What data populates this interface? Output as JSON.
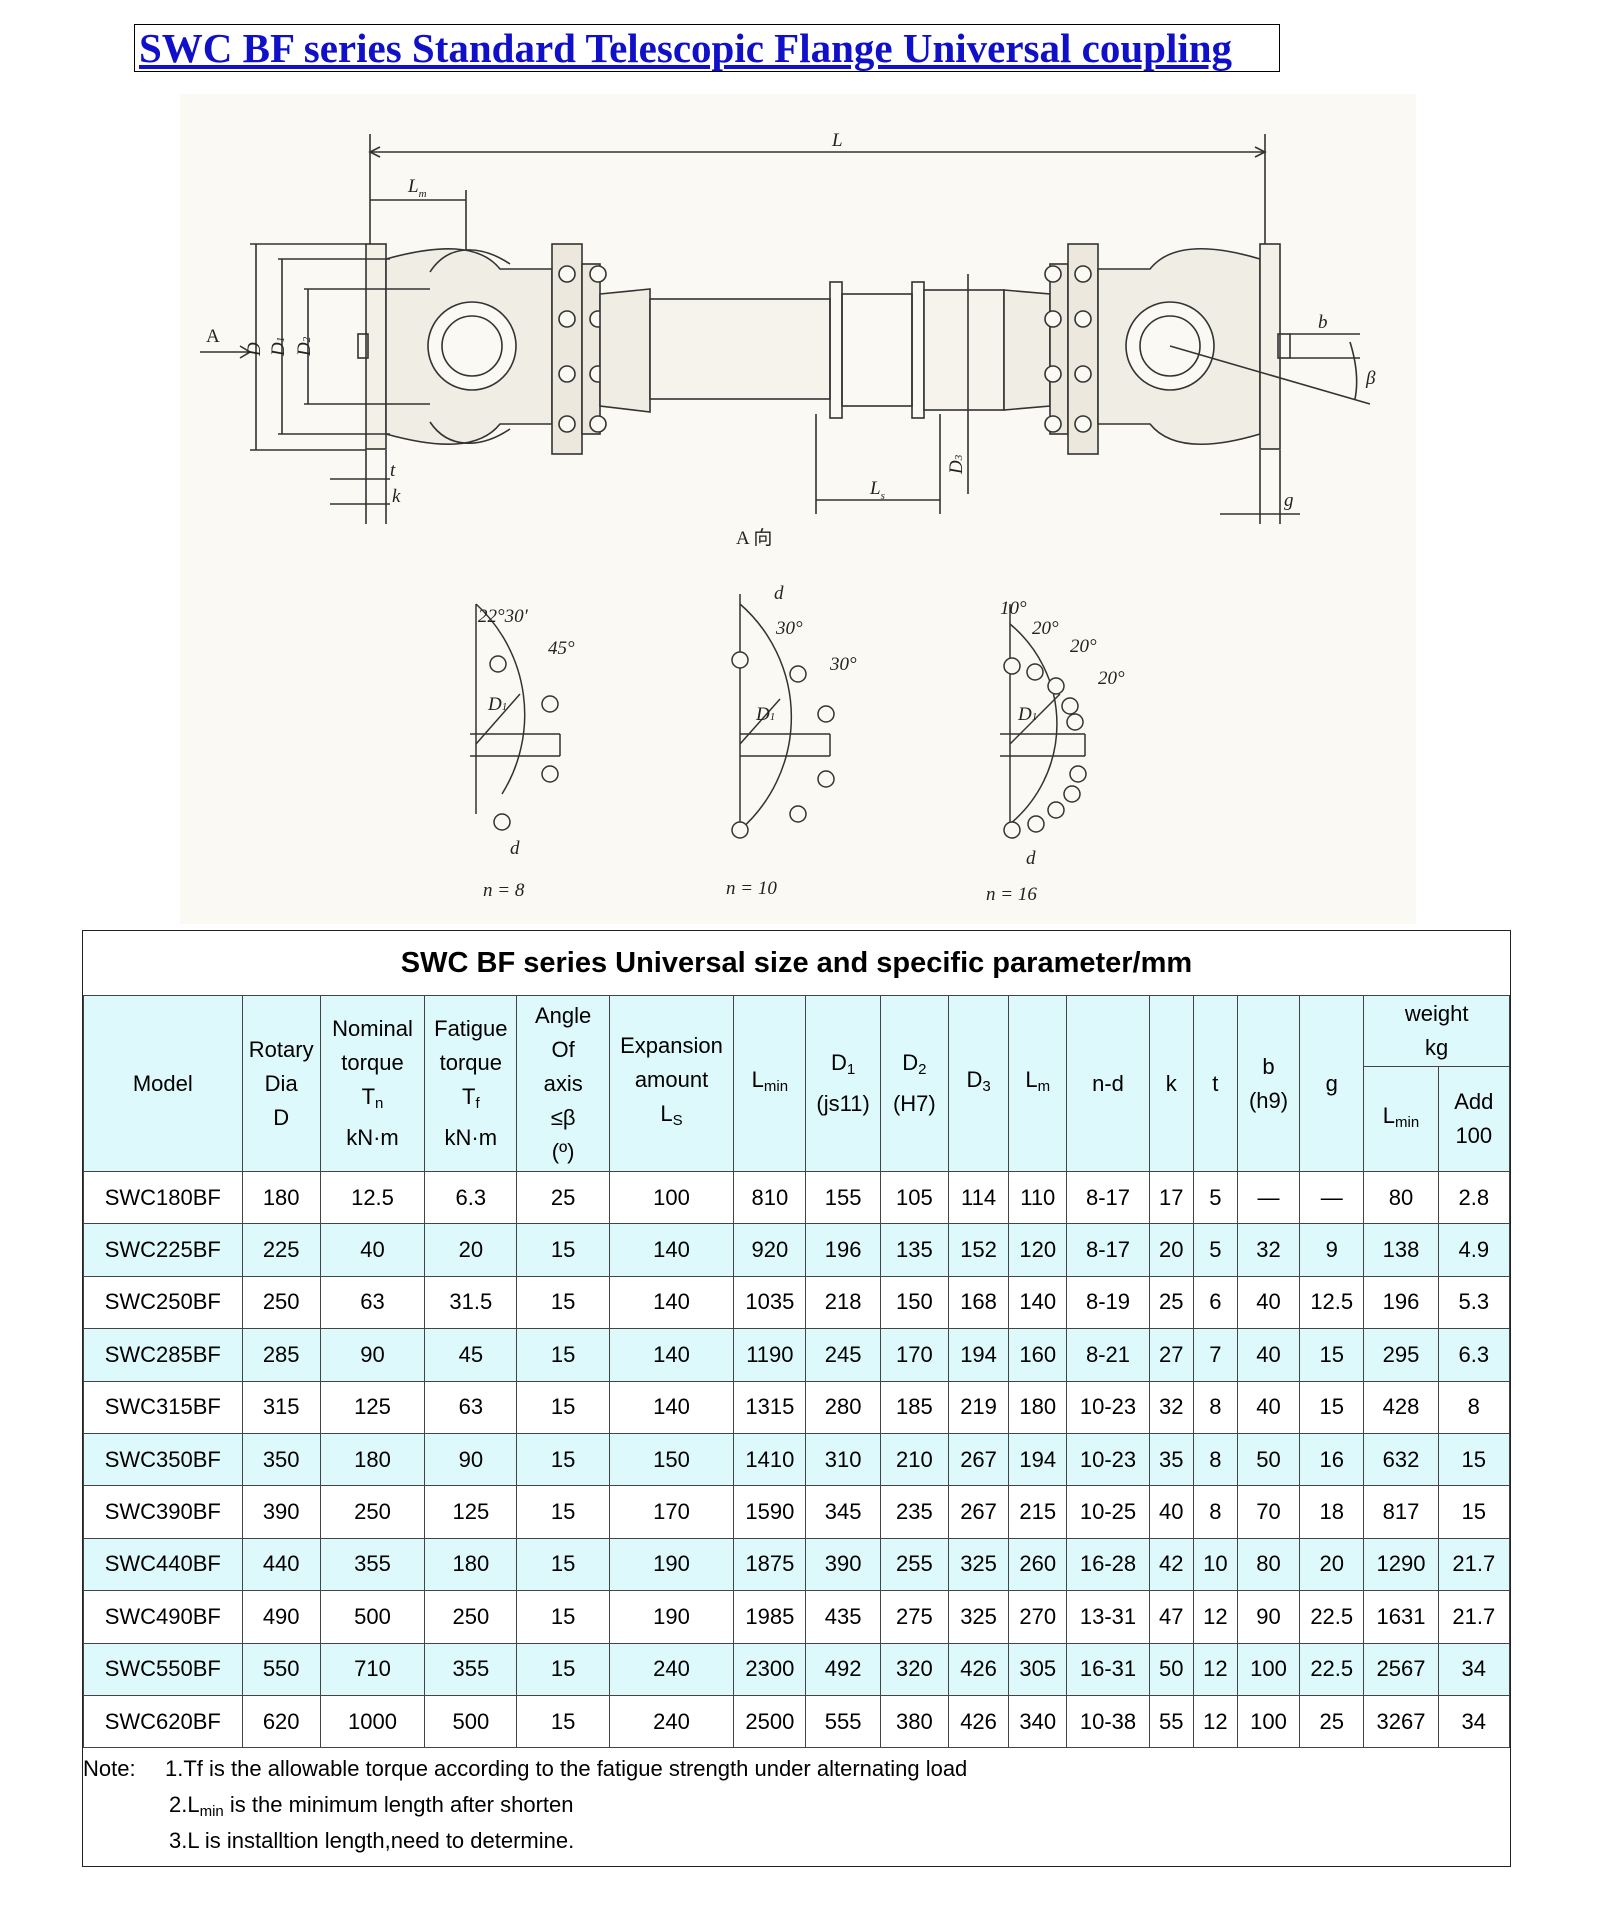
{
  "title": "SWC BF series Standard Telescopic Flange Universal coupling",
  "drawing": {
    "labels": {
      "L": "L",
      "Lm": "L",
      "Lm_sub": "m",
      "D": "D",
      "D1": "D",
      "D1_sub": "1",
      "D2": "D",
      "D2_sub": "2",
      "D3": "D",
      "D3_sub": "3",
      "Ls": "L",
      "Ls_sub": "s",
      "t": "t",
      "k": "k",
      "b": "b",
      "beta": "β",
      "g": "g",
      "arrow_A": "A",
      "view_A": "A 向"
    },
    "views": [
      {
        "n_label": "n = 8",
        "angles": [
          "22°30′",
          "45°"
        ],
        "d_label": "d",
        "d1_label": "D",
        "d1_sub": "1"
      },
      {
        "n_label": "n = 10",
        "angles": [
          "30°",
          "30°"
        ],
        "d_label": "d",
        "d1_label": "D",
        "d1_sub": "1"
      },
      {
        "n_label": "n = 16",
        "angles": [
          "10°",
          "20°",
          "20°",
          "20°"
        ],
        "d_label": "d",
        "d1_label": "D",
        "d1_sub": "1"
      }
    ]
  },
  "table": {
    "caption": "SWC BF series Universal size and specific parameter/mm",
    "headers": {
      "model": "Model",
      "rotary": [
        "Rotary",
        "Dia",
        "D"
      ],
      "nominal": [
        "Nominal",
        "torque",
        "T",
        "n",
        "kN·m"
      ],
      "fatigue": [
        "Fatigue",
        "torque",
        "T",
        "f",
        "kN·m"
      ],
      "angle": [
        "Angle",
        "Of",
        "axis",
        "≤β",
        "(º)"
      ],
      "expansion": [
        "Expansion",
        "amount",
        "L",
        "S"
      ],
      "lmin": [
        "L",
        "min"
      ],
      "d1": [
        "D",
        "1",
        "(js11)"
      ],
      "d2": [
        "D",
        "2",
        "(H7)"
      ],
      "d3": [
        "D",
        "3"
      ],
      "lm": [
        "L",
        "m"
      ],
      "nd": "n-d",
      "k": "k",
      "t": "t",
      "b": [
        "b",
        "(h9)"
      ],
      "g": "g",
      "weight": [
        "weight",
        "kg"
      ],
      "w_lmin": [
        "L",
        "min"
      ],
      "w_add": [
        "Add",
        "100"
      ]
    },
    "rows": [
      [
        "SWC180BF",
        "180",
        "12.5",
        "6.3",
        "25",
        "100",
        "810",
        "155",
        "105",
        "114",
        "110",
        "8-17",
        "17",
        "5",
        "—",
        "—",
        "80",
        "2.8"
      ],
      [
        "SWC225BF",
        "225",
        "40",
        "20",
        "15",
        "140",
        "920",
        "196",
        "135",
        "152",
        "120",
        "8-17",
        "20",
        "5",
        "32",
        "9",
        "138",
        "4.9"
      ],
      [
        "SWC250BF",
        "250",
        "63",
        "31.5",
        "15",
        "140",
        "1035",
        "218",
        "150",
        "168",
        "140",
        "8-19",
        "25",
        "6",
        "40",
        "12.5",
        "196",
        "5.3"
      ],
      [
        "SWC285BF",
        "285",
        "90",
        "45",
        "15",
        "140",
        "1190",
        "245",
        "170",
        "194",
        "160",
        "8-21",
        "27",
        "7",
        "40",
        "15",
        "295",
        "6.3"
      ],
      [
        "SWC315BF",
        "315",
        "125",
        "63",
        "15",
        "140",
        "1315",
        "280",
        "185",
        "219",
        "180",
        "10-23",
        "32",
        "8",
        "40",
        "15",
        "428",
        "8"
      ],
      [
        "SWC350BF",
        "350",
        "180",
        "90",
        "15",
        "150",
        "1410",
        "310",
        "210",
        "267",
        "194",
        "10-23",
        "35",
        "8",
        "50",
        "16",
        "632",
        "15"
      ],
      [
        "SWC390BF",
        "390",
        "250",
        "125",
        "15",
        "170",
        "1590",
        "345",
        "235",
        "267",
        "215",
        "10-25",
        "40",
        "8",
        "70",
        "18",
        "817",
        "15"
      ],
      [
        "SWC440BF",
        "440",
        "355",
        "180",
        "15",
        "190",
        "1875",
        "390",
        "255",
        "325",
        "260",
        "16-28",
        "42",
        "10",
        "80",
        "20",
        "1290",
        "21.7"
      ],
      [
        "SWC490BF",
        "490",
        "500",
        "250",
        "15",
        "190",
        "1985",
        "435",
        "275",
        "325",
        "270",
        "13-31",
        "47",
        "12",
        "90",
        "22.5",
        "1631",
        "21.7"
      ],
      [
        "SWC550BF",
        "550",
        "710",
        "355",
        "15",
        "240",
        "2300",
        "492",
        "320",
        "426",
        "305",
        "16-31",
        "50",
        "12",
        "100",
        "22.5",
        "2567",
        "34"
      ],
      [
        "SWC620BF",
        "620",
        "1000",
        "500",
        "15",
        "240",
        "2500",
        "555",
        "380",
        "426",
        "340",
        "10-38",
        "55",
        "12",
        "100",
        "25",
        "3267",
        "34"
      ]
    ]
  },
  "notes": {
    "prefix": "Note:",
    "n1": "1.Tf is the allowable torque according to the fatigue strength under alternating load",
    "n2_a": "2.L",
    "n2_sub": "min",
    "n2_b": " is the minimum length after shorten",
    "n3": "3.L is installtion length,need to determine."
  }
}
